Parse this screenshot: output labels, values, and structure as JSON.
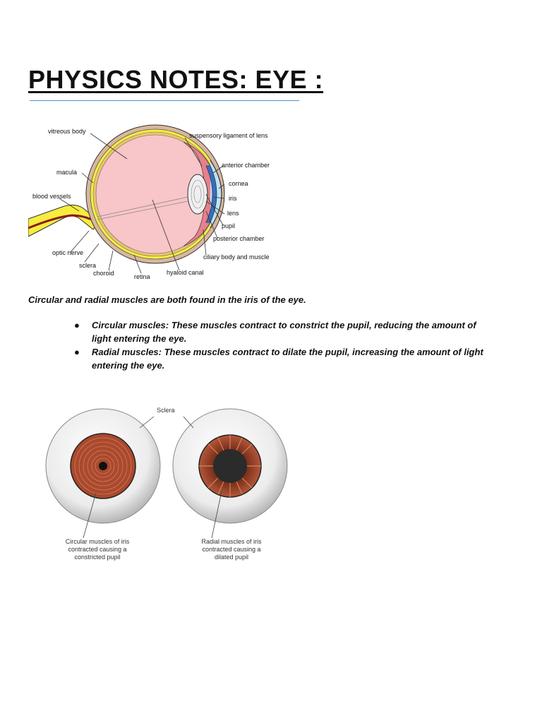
{
  "page": {
    "title": "PHYSICS NOTES: EYE :"
  },
  "eye_diagram": {
    "labels": {
      "vitreous_body": "vitreous body",
      "suspensory_ligament": "suspensory ligament of lens",
      "anterior_chamber": "anterior chamber",
      "macula": "macula",
      "cornea": "cornea",
      "blood_vessels": "blood vessels",
      "iris": "iris",
      "lens": "lens",
      "pupil": "pupil",
      "posterior_chamber": "posterior chamber",
      "optic_nerve": "optic nerve",
      "ciliary_body": "ciliary body and muscle",
      "sclera": "sclera",
      "choroid": "choroid",
      "retina": "retina",
      "hyaloid_canal": "hyaloid canal"
    }
  },
  "content": {
    "intro": "Circular and radial muscles are both found in the iris of the eye.",
    "bullets": [
      {
        "marker": "●",
        "text": "Circular muscles: These muscles contract to constrict the pupil, reducing the amount of light entering the eye."
      },
      {
        "marker": "●",
        "text": "Radial muscles: These muscles contract to dilate the pupil, increasing the amount of light entering the eye."
      }
    ]
  },
  "iris_diagram": {
    "sclera_label": "Sclera",
    "left_caption": [
      "Circular muscles of iris",
      "contracted causing a",
      "constricted pupil"
    ],
    "right_caption": [
      "Radial muscles of iris",
      "contracted causing a",
      "dilated pupil"
    ]
  }
}
